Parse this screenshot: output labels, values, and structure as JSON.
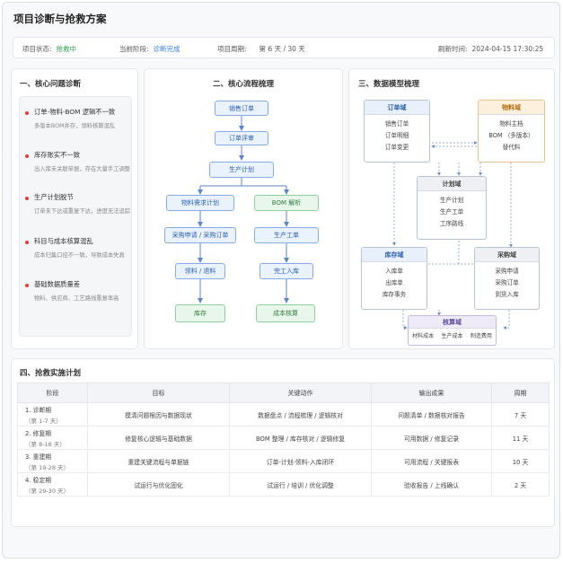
{
  "page": {
    "title": "项目诊断与抢救方案"
  },
  "status": {
    "state_label": "项目状态:",
    "state_value": "抢救中",
    "phase_label": "当前阶段:",
    "phase_value": "诊断完成",
    "cycle_label": "项目周期:",
    "cycle_value": "第 6 天 / 30 天",
    "refresh_label": "刷新时间:",
    "refresh_value": "2024-04-15 17:30:25"
  },
  "diagnosis": {
    "title": "一、核心问题诊断",
    "items": [
      {
        "title": "订单-物料-BOM 逻辑不一致",
        "desc": "多版本BOM并存，领料核算混乱"
      },
      {
        "title": "库存账实不一致",
        "desc": "出入库未关联单据，存在大量手工调整"
      },
      {
        "title": "生产计划脱节",
        "desc": "订单未下达或重复下达，进度无法追踪"
      },
      {
        "title": "科目与成本核算混乱",
        "desc": "成本归集口径不一致，导致成本失真"
      },
      {
        "title": "基础数据质量差",
        "desc": "物料、供应商、工艺路线重复率高"
      }
    ]
  },
  "flow": {
    "title": "二、核心流程梳理",
    "nodes": {
      "sales_order": "销售订单",
      "order_review": "订单评审",
      "production_plan": "生产计划",
      "mrp": "物料需求计划",
      "bom": "BOM 解析",
      "purchase": "采购申请 / 采购订单",
      "work_order": "生产工单",
      "picking": "领料 / 退料",
      "finish_in": "完工入库",
      "inventory": "库存",
      "costing": "成本核算"
    }
  },
  "model": {
    "title": "三、数据模型梳理",
    "order": {
      "name": "订单域",
      "items": [
        "销售订单",
        "订单明细",
        "订单变更"
      ]
    },
    "material": {
      "name": "物料域",
      "items": [
        "物料主档",
        "BOM （多版本）",
        "替代料"
      ]
    },
    "plan": {
      "name": "计划域",
      "items": [
        "生产计划",
        "生产工单",
        "工序路线"
      ]
    },
    "stock": {
      "name": "库存域",
      "items": [
        "入库单",
        "出库单",
        "库存事务"
      ]
    },
    "purchase": {
      "name": "采购域",
      "items": [
        "采购申请",
        "采购订单",
        "到货入库"
      ]
    },
    "cost": {
      "name": "核算域",
      "items": [
        "材料成本",
        "生产成本",
        "制造费用"
      ]
    }
  },
  "plan": {
    "title": "四、抢救实施计划",
    "headers": [
      "阶段",
      "目标",
      "关键动作",
      "输出成果",
      "周期"
    ],
    "rows": [
      {
        "stage": "1. 诊断期",
        "range": "（第 1-7 天）",
        "goal": "摸清问题根因与数据现状",
        "action": "数据盘点 / 流程梳理 / 逻辑核对",
        "output": "问题清单 / 数据核对报告",
        "days": "7 天"
      },
      {
        "stage": "2. 修复期",
        "range": "（第 8-18 天）",
        "goal": "修复核心逻辑与基础数据",
        "action": "BOM 整理 / 库存核对 / 逻辑修复",
        "output": "可用数据 / 修复记录",
        "days": "11 天"
      },
      {
        "stage": "3. 重建期",
        "range": "（第 19-28 天）",
        "goal": "重建关键流程与单据链",
        "action": "订单-计划-领料-入库闭环",
        "output": "可用流程 / 关键报表",
        "days": "10 天"
      },
      {
        "stage": "4. 稳定期",
        "range": "（第 29-30 天）",
        "goal": "试运行与优化固化",
        "action": "试运行 / 培训 / 优化调整",
        "output": "验收报告 / 上线确认",
        "days": "2 天"
      }
    ]
  },
  "colors": {
    "accent_red": "#e03e3e",
    "flow_blue": "#86ace3",
    "flow_green": "#8fcf9d",
    "status_green": "#2e9e4c",
    "status_blue": "#3a7bd5"
  }
}
